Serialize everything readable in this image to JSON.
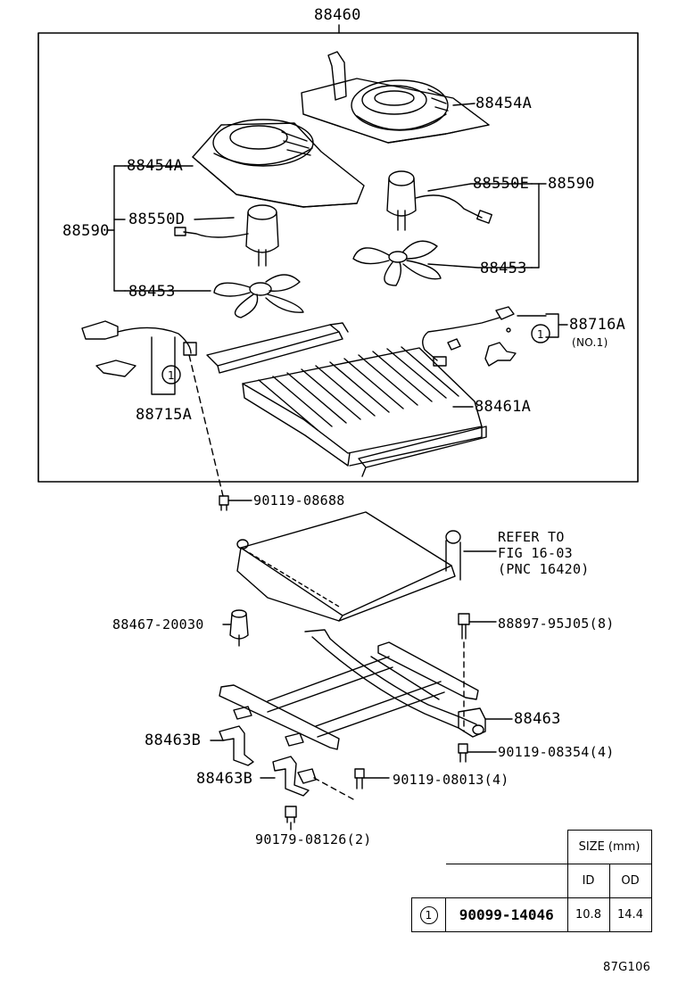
{
  "labels": {
    "assembly": "88460",
    "case_a_top": "88454A",
    "case_a_left": "88454A",
    "motor_right": "88550E",
    "motor_left": "88550D",
    "group_right": "88590",
    "group_left": "88590",
    "fan_right": "88453",
    "fan_left": "88453",
    "harness_right": "88716A",
    "harness_right_note": "(NO.1)",
    "harness_left": "88715A",
    "evaporator": "88461A",
    "screw_top": "90119-08688",
    "refer_line1": "REFER TO",
    "refer_line2": "FIG 16-03",
    "refer_line3": "(PNC 16420)",
    "valve": "88467-20030",
    "bolt_right": "88897-95J05(8)",
    "bracket_main": "88463",
    "bracket_b1": "88463B",
    "bracket_b2": "88463B",
    "bolt_bottom_right": "90119-08354(4)",
    "bolt_bottom_mid": "90119-08013(4)",
    "nut_bottom": "90179-08126(2)",
    "callout_marker": "1",
    "figure_code": "87G106"
  },
  "size_table": {
    "header": "SIZE (mm)",
    "col_id": "ID",
    "col_od": "OD",
    "rows": [
      {
        "marker": "1",
        "part": "90099-14046",
        "id": "10.8",
        "od": "14.4"
      }
    ]
  }
}
